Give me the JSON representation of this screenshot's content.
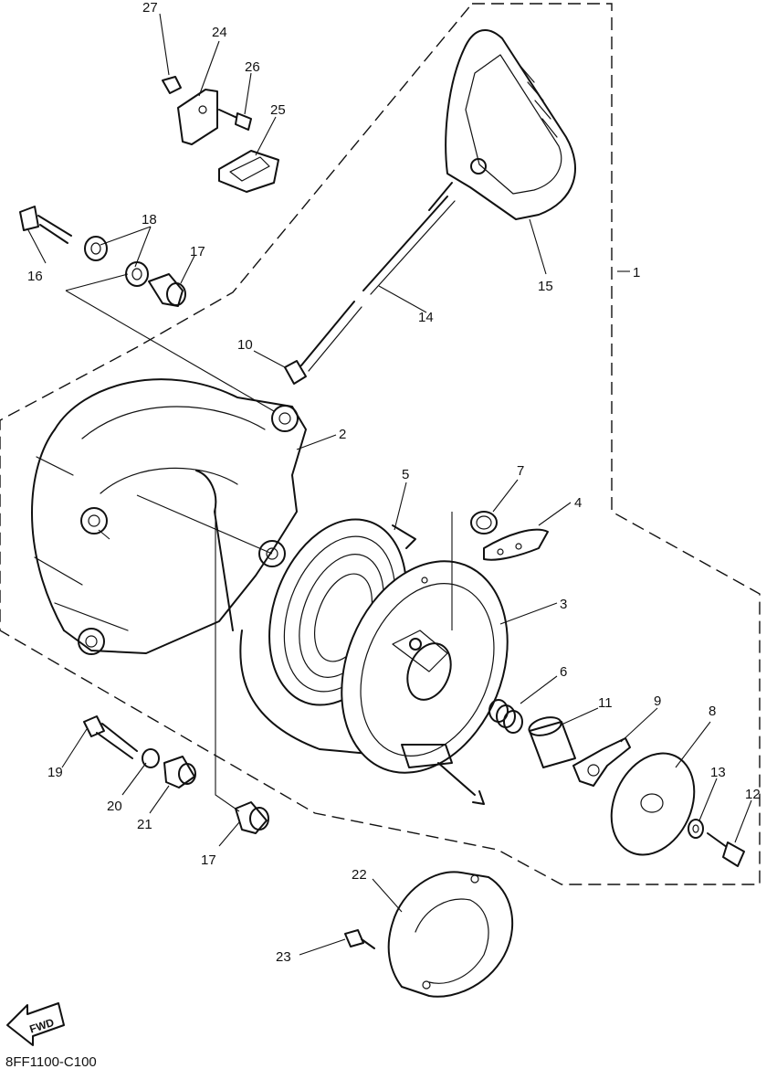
{
  "drawing_code": "8FF1100-C100",
  "fwd_label": "FWD",
  "callouts": [
    {
      "id": "c1",
      "label": "1"
    },
    {
      "id": "c2",
      "label": "2"
    },
    {
      "id": "c3",
      "label": "3"
    },
    {
      "id": "c4",
      "label": "4"
    },
    {
      "id": "c5",
      "label": "5"
    },
    {
      "id": "c6",
      "label": "6"
    },
    {
      "id": "c7",
      "label": "7"
    },
    {
      "id": "c8",
      "label": "8"
    },
    {
      "id": "c9",
      "label": "9"
    },
    {
      "id": "c10",
      "label": "10"
    },
    {
      "id": "c11",
      "label": "11"
    },
    {
      "id": "c12",
      "label": "12"
    },
    {
      "id": "c13",
      "label": "13"
    },
    {
      "id": "c14",
      "label": "14"
    },
    {
      "id": "c15",
      "label": "15"
    },
    {
      "id": "c16",
      "label": "16"
    },
    {
      "id": "c17a",
      "label": "17"
    },
    {
      "id": "c17b",
      "label": "17"
    },
    {
      "id": "c18",
      "label": "18"
    },
    {
      "id": "c19",
      "label": "19"
    },
    {
      "id": "c20",
      "label": "20"
    },
    {
      "id": "c21",
      "label": "21"
    },
    {
      "id": "c22",
      "label": "22"
    },
    {
      "id": "c23",
      "label": "23"
    },
    {
      "id": "c24",
      "label": "24"
    },
    {
      "id": "c25",
      "label": "25"
    },
    {
      "id": "c26",
      "label": "26"
    },
    {
      "id": "c27",
      "label": "27"
    }
  ]
}
